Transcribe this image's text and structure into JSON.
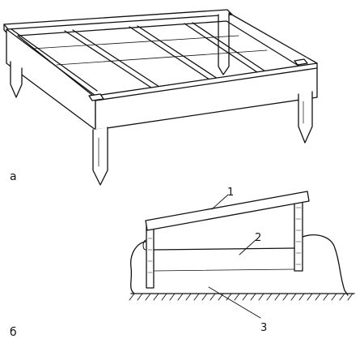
{
  "figure": {
    "panels": [
      {
        "id": "a",
        "label": "а"
      },
      {
        "id": "b",
        "label": "б"
      }
    ],
    "callouts": [
      "1",
      "2",
      "3"
    ]
  },
  "colors": {
    "ink": "#111111",
    "paper": "#ffffff"
  }
}
